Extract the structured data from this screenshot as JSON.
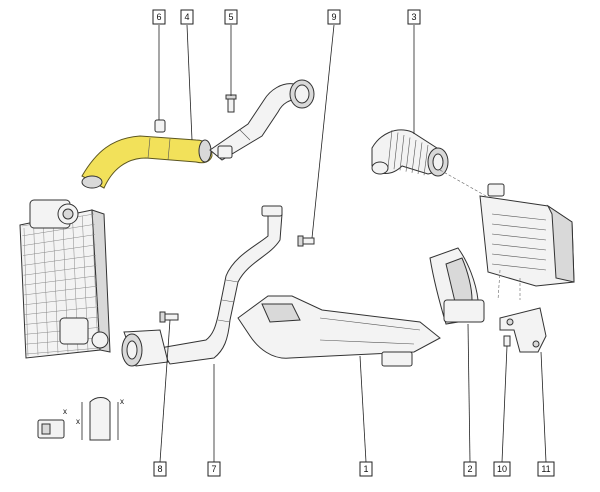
{
  "callouts": [
    {
      "id": "c6",
      "label": "6"
    },
    {
      "id": "c4",
      "label": "4"
    },
    {
      "id": "c5",
      "label": "5"
    },
    {
      "id": "c9",
      "label": "9"
    },
    {
      "id": "c3",
      "label": "3"
    },
    {
      "id": "c8",
      "label": "8"
    },
    {
      "id": "c7",
      "label": "7"
    },
    {
      "id": "c1",
      "label": "1"
    },
    {
      "id": "c2",
      "label": "2"
    },
    {
      "id": "c10",
      "label": "10"
    },
    {
      "id": "c11",
      "label": "11"
    }
  ],
  "inset": {
    "mark": "x"
  },
  "colors": {
    "highlight": "#f2e15a",
    "line": "#333333"
  }
}
